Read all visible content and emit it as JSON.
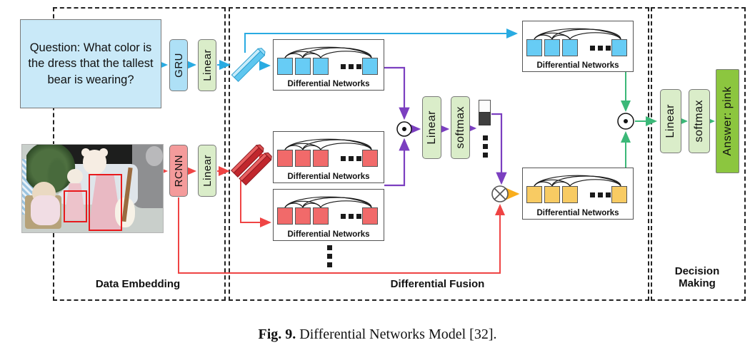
{
  "figure_caption": {
    "prefix": "Fig. 9.",
    "text": " Differential Networks Model [32]."
  },
  "sections": {
    "data_embedding": "Data Embedding",
    "differential_fusion": "Differential Fusion",
    "decision_making": "Decision Making"
  },
  "question_box": {
    "text": "Question: What color is the dress that the tallest bear is wearing?"
  },
  "encoders": {
    "gru": "GRU",
    "linear_text": "Linear",
    "rcnn": "RCNN",
    "linear_image": "Linear"
  },
  "dn": {
    "label": "Differential Networks"
  },
  "fusion": {
    "linear": "Linear",
    "softmax": "softmax"
  },
  "decision": {
    "linear": "Linear",
    "softmax": "softmax",
    "answer": "Answer: pink"
  },
  "input_image": {
    "alt": "Photo of teddy bears; two pink dresses outlined by red detection boxes"
  },
  "colors": {
    "text_stream": "#29ABE2",
    "image_stream": "#EF4444",
    "fusion_stream": "#7B3FC0",
    "weighted_stream": "#F9AE1C",
    "decision_stream": "#3BB878",
    "question_fill": "#C9E9F8",
    "gru_fill": "#AEE0F6",
    "linear_fill": "#DAEDC9",
    "rcnn_fill": "#F49B9B",
    "answer_fill": "#8CC63F",
    "blue_token": "#67CCF5",
    "red_token": "#F16A6A",
    "yellow_token": "#F8CB63"
  }
}
